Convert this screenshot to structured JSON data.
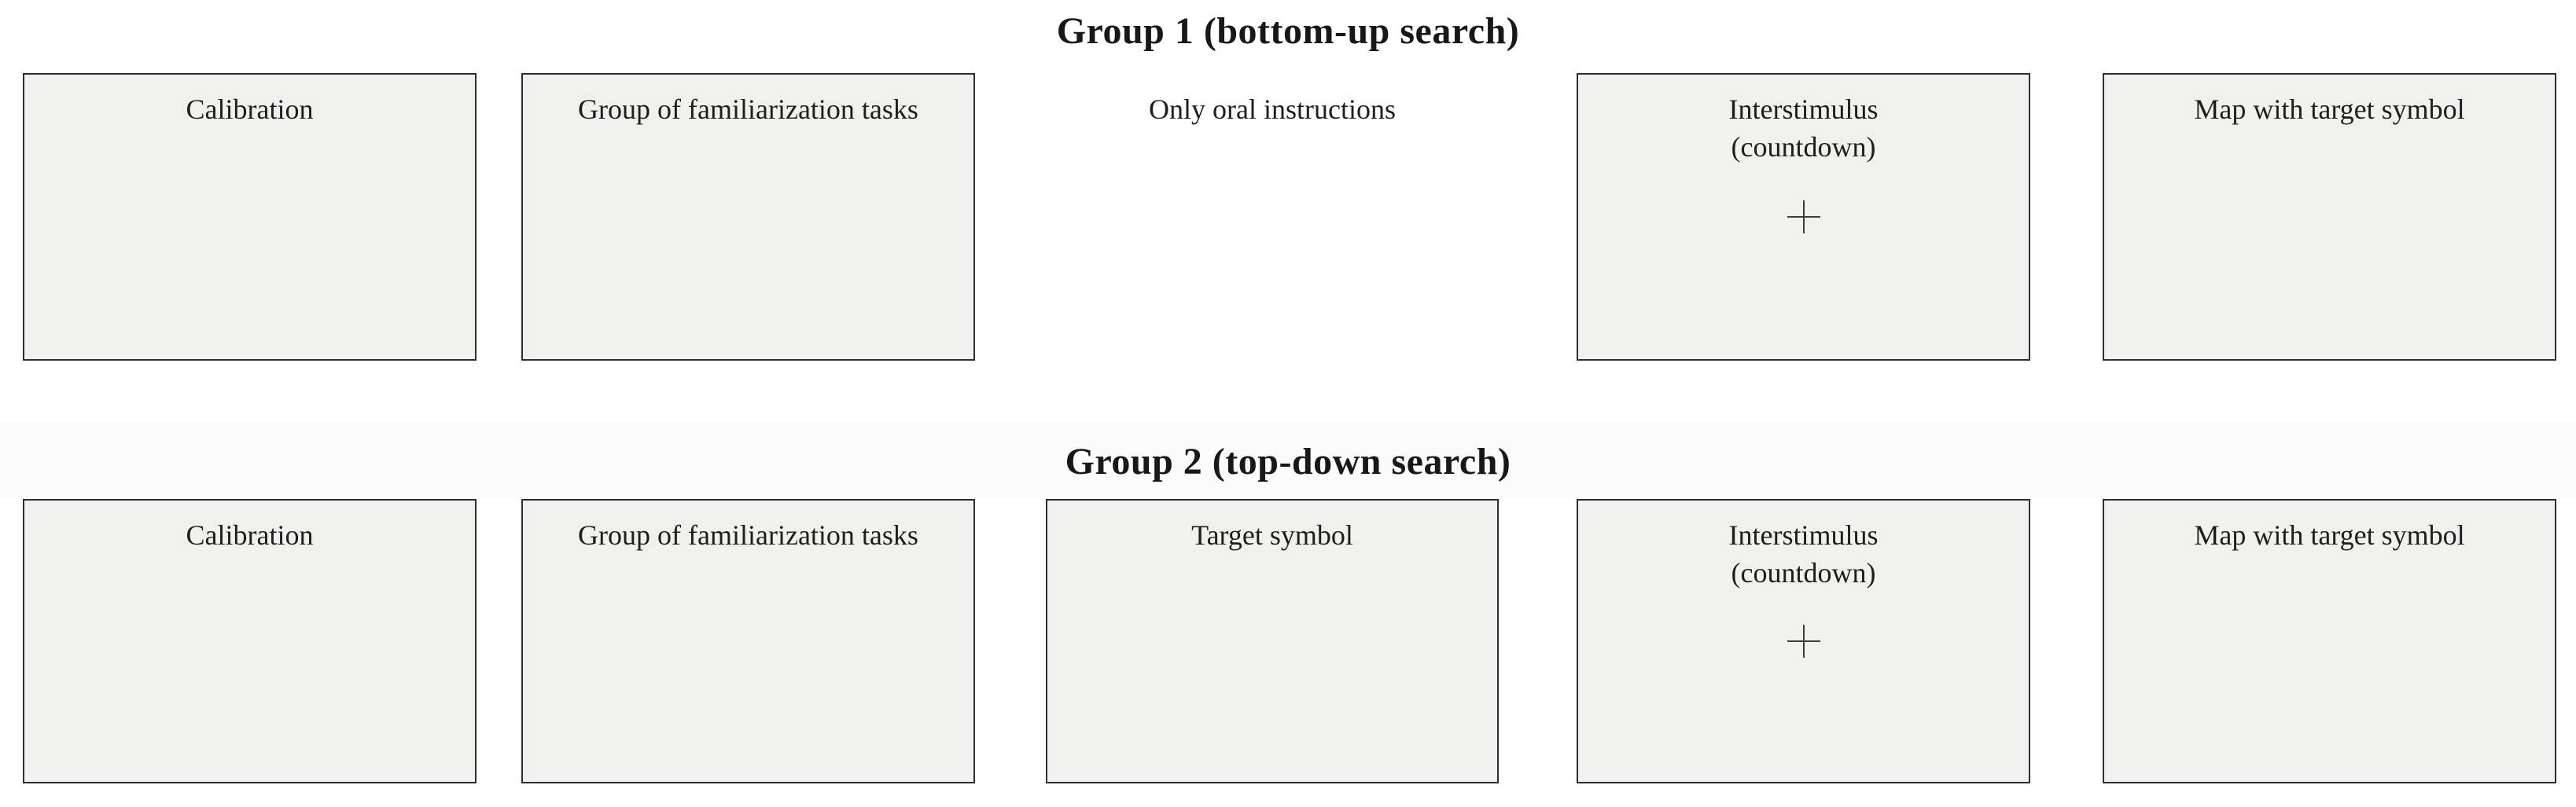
{
  "figure": {
    "description": "Experimental procedure diagram with two participant groups",
    "background_color": "#ffffff",
    "box_fill_color": "#f0f0ee",
    "box_border_color": "#2e2e2e",
    "text_color": "#1e1e1e",
    "fixation_symbol": "+"
  },
  "groups": [
    {
      "title": "Group 1 (bottom-up search)",
      "steps": [
        {
          "label": "Calibration",
          "boxed": true
        },
        {
          "label": "Group of familiarization tasks",
          "boxed": true
        },
        {
          "label": "Only oral instructions",
          "boxed": false
        },
        {
          "label": "Interstimulus",
          "sublabel": "(countdown)",
          "symbol": "+",
          "boxed": true
        },
        {
          "label": "Map with target symbol",
          "boxed": true
        }
      ]
    },
    {
      "title": "Group 2 (top-down search)",
      "steps": [
        {
          "label": "Calibration",
          "boxed": true
        },
        {
          "label": "Group of familiarization tasks",
          "boxed": true
        },
        {
          "label": "Target symbol",
          "boxed": true
        },
        {
          "label": "Interstimulus",
          "sublabel": "(countdown)",
          "symbol": "+",
          "boxed": true
        },
        {
          "label": "Map with target symbol",
          "boxed": true
        }
      ]
    }
  ]
}
